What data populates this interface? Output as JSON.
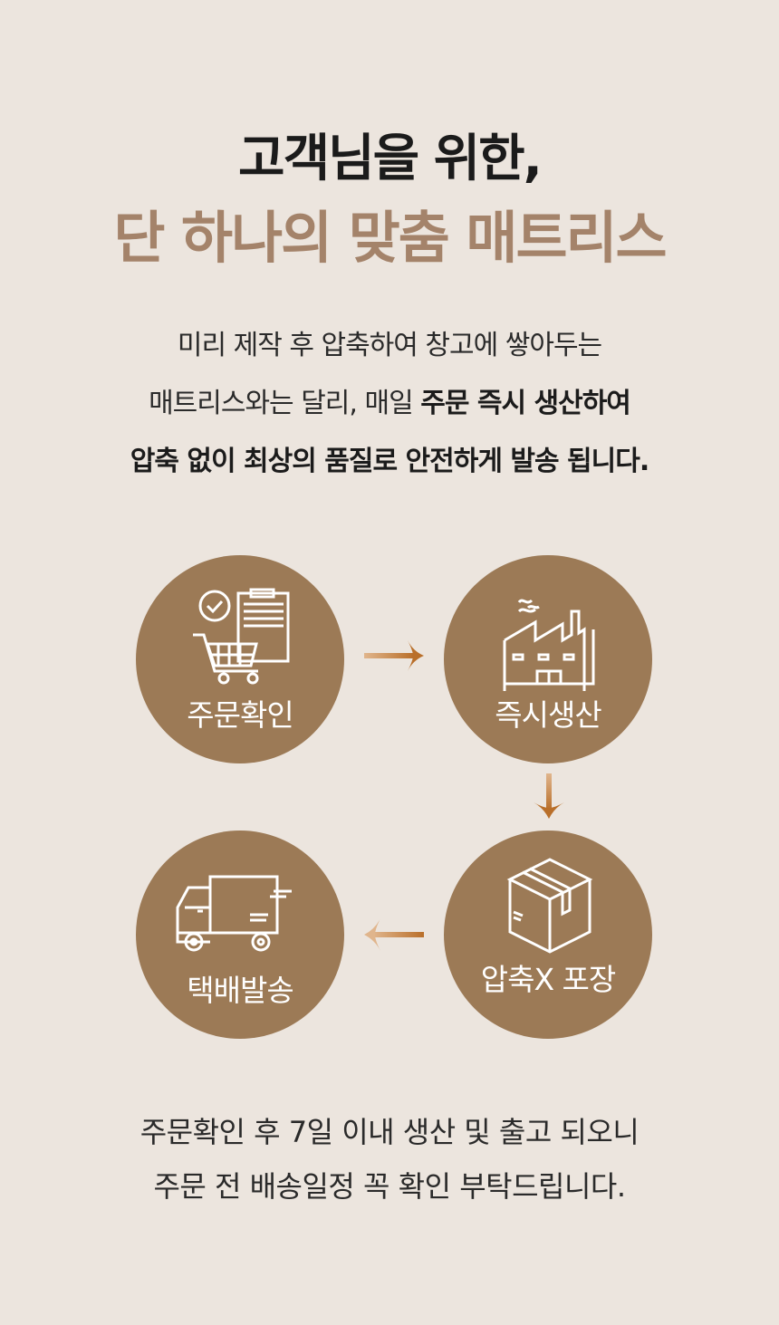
{
  "heading": {
    "line1": "고객님을 위한,",
    "line2": "단 하나의 맞춤 매트리스"
  },
  "description": {
    "line1": "미리 제작 후 압축하여 창고에 쌓아두는",
    "line2_normal": "매트리스와는 달리, 매일 ",
    "line2_bold": "주문 즉시 생산하여",
    "line3_bold": "압축 없이 최상의 품질로 안전하게 발송 됩니다."
  },
  "steps": [
    {
      "label": "주문확인",
      "icon": "cart-clipboard-icon"
    },
    {
      "label": "즉시생산",
      "icon": "factory-icon"
    },
    {
      "label": "압축X 포장",
      "icon": "box-icon"
    },
    {
      "label": "택배발송",
      "icon": "truck-icon"
    }
  ],
  "footer": {
    "line1": "주문확인 후 7일 이내 생산 및 출고 되오니",
    "line2": "주문 전 배송일정 꼭 확인 부탁드립니다."
  },
  "colors": {
    "background": "#ece5de",
    "circle": "#9c7a56",
    "accent": "#a4836a"
  }
}
